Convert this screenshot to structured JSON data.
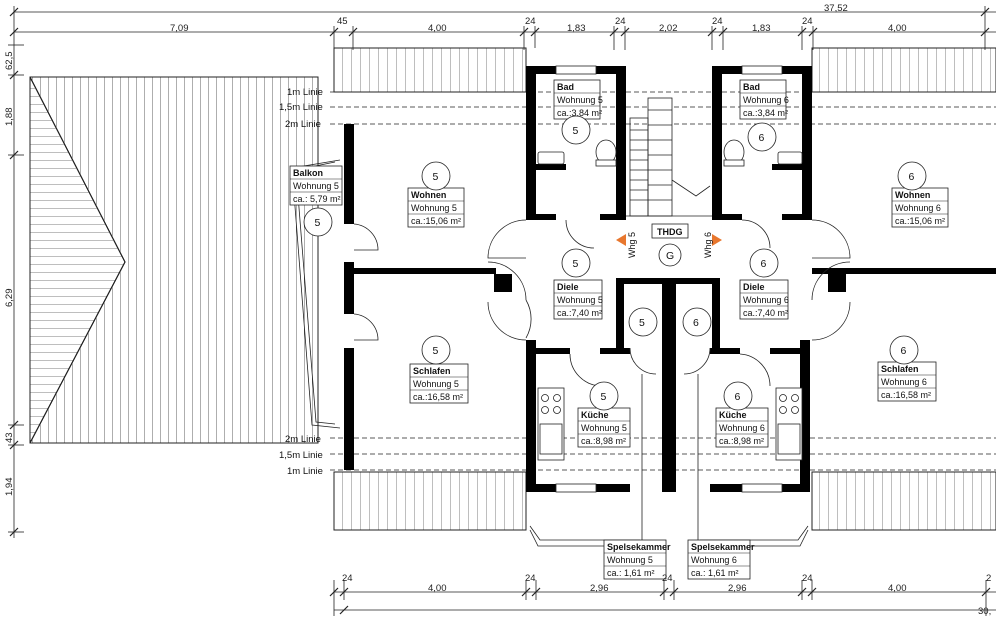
{
  "dims_top": {
    "total": "37,52",
    "d1": "7,09",
    "d2": "45",
    "d3": "4,00",
    "d4": "24",
    "d5": "1,83",
    "d6": "24",
    "d7": "2,02",
    "d8": "24",
    "d9": "1,83",
    "d10": "24",
    "d11": "4,00"
  },
  "dims_left": {
    "a": "62,5",
    "b": "1,88",
    "c": "6,29",
    "d": "43",
    "e": "1,94"
  },
  "dims_bottom": {
    "b1": "24",
    "b2": "4,00",
    "b3": "24",
    "b4": "2,96",
    "b5": "24",
    "b6": "2,96",
    "b7": "24",
    "b8": "4,00",
    "b9": "2",
    "total": "30,"
  },
  "lines": {
    "l1": "1m Linie",
    "l15": "1,5m Linie",
    "l2": "2m Linie"
  },
  "rooms": [
    {
      "id": "bad5",
      "name": "Bad",
      "unit": "Wohnung 5",
      "area": "ca.:3,84 m²",
      "num": "5"
    },
    {
      "id": "bad6",
      "name": "Bad",
      "unit": "Wohnung 6",
      "area": "ca.:3,84 m²",
      "num": "6"
    },
    {
      "id": "balkon5",
      "name": "Balkon",
      "unit": "Wohnung 5",
      "area": "ca.: 5,79 m²",
      "num": "5"
    },
    {
      "id": "wohnen5",
      "name": "Wohnen",
      "unit": "Wohnung 5",
      "area": "ca.:15,06 m²",
      "num": "5"
    },
    {
      "id": "wohnen6",
      "name": "Wohnen",
      "unit": "Wohnung 6",
      "area": "ca.:15,06 m²",
      "num": "6"
    },
    {
      "id": "diele5",
      "name": "Diele",
      "unit": "Wohnung 5",
      "area": "ca.:7,40 m²",
      "num": "5"
    },
    {
      "id": "diele6",
      "name": "Diele",
      "unit": "Wohnung 6",
      "area": "ca.:7,40 m²",
      "num": "6"
    },
    {
      "id": "schlafen5",
      "name": "Schlafen",
      "unit": "Wohnung 5",
      "area": "ca.:16,58 m²",
      "num": "5"
    },
    {
      "id": "schlafen6",
      "name": "Schlafen",
      "unit": "Wohnung 6",
      "area": "ca.:16,58 m²",
      "num": "6"
    },
    {
      "id": "kueche5",
      "name": "Küche",
      "unit": "Wohnung 5",
      "area": "ca.:8,98 m²",
      "num": "5"
    },
    {
      "id": "kueche6",
      "name": "Küche",
      "unit": "Wohnung 6",
      "area": "ca.:8,98 m²",
      "num": "6"
    },
    {
      "id": "speise5",
      "name": "Spelsekammer",
      "unit": "Wohnung 5",
      "area": "ca.:     1,61 m²"
    },
    {
      "id": "speise6",
      "name": "Spelsekammer",
      "unit": "Wohnung 6",
      "area": "ca.:     1,61 m²"
    }
  ],
  "stair": {
    "label": "THDG",
    "num": "G",
    "left": "Whg 5",
    "right": "Whg 6",
    "arrow_color": "#e8772e"
  },
  "circles": {
    "c5a": "5",
    "c6a": "6"
  }
}
